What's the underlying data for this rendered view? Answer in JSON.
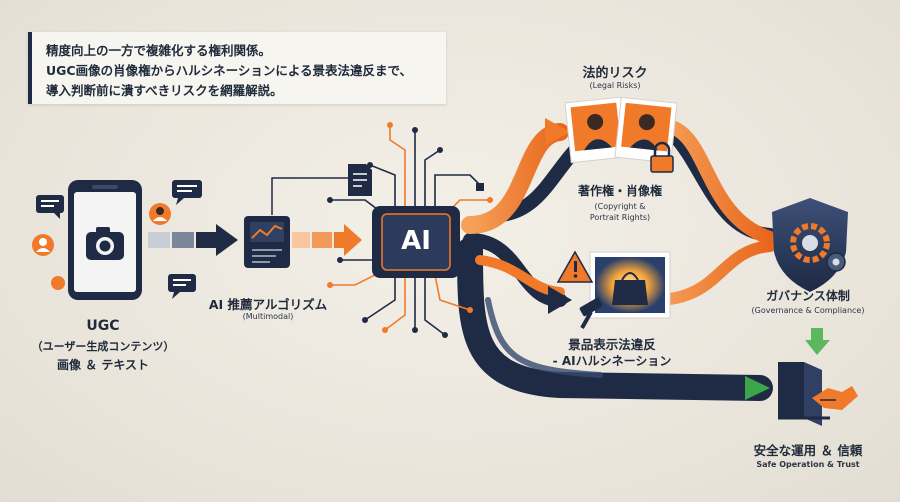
{
  "intro": {
    "line1": "精度向上の一方で複雑化する権利関係。",
    "line2": "UGC画像の肖像権からハルシネーションによる景表法違反まで、",
    "line3": "導入判断前に潰すべきリスクを網羅解説。"
  },
  "ugc": {
    "title": "UGC",
    "subtitle": "（ユーザー生成コンテンツ）",
    "caption": "画像 ＆ テキスト"
  },
  "algorithm": {
    "title": "AI 推薦アルゴリズム",
    "subtitle": "(Multimodal)"
  },
  "ai_chip": {
    "label": "AI"
  },
  "legal_risks": {
    "title": "法的リスク",
    "subtitle": "(Legal Risks)"
  },
  "copyright": {
    "title": "著作権・肖像権",
    "subtitle_line1": "(Copyright &",
    "subtitle_line2": "Portrait Rights)"
  },
  "misrep": {
    "title_line1": "景品表示法違反",
    "title_line2": "- AIハルシネーション"
  },
  "governance": {
    "title": "ガバナンス体制",
    "subtitle": "(Governance & Compliance)"
  },
  "safe": {
    "title": "安全な運用 ＆ 信頼",
    "subtitle": "Safe Operation & Trust"
  },
  "colors": {
    "navy": "#1f2a44",
    "orange": "#f07a2a",
    "green": "#4caf50",
    "shield": "#2b3a5a"
  },
  "icons": [
    "smartphone-icon",
    "camera-icon",
    "person-icon",
    "chat-bubble-icon",
    "chart-screen-icon",
    "document-icon",
    "ai-chip-icon",
    "photo-frame-icon",
    "lock-icon",
    "warning-icon",
    "gavel-icon",
    "shield-gear-icon",
    "door-icon",
    "handshake-icon"
  ]
}
